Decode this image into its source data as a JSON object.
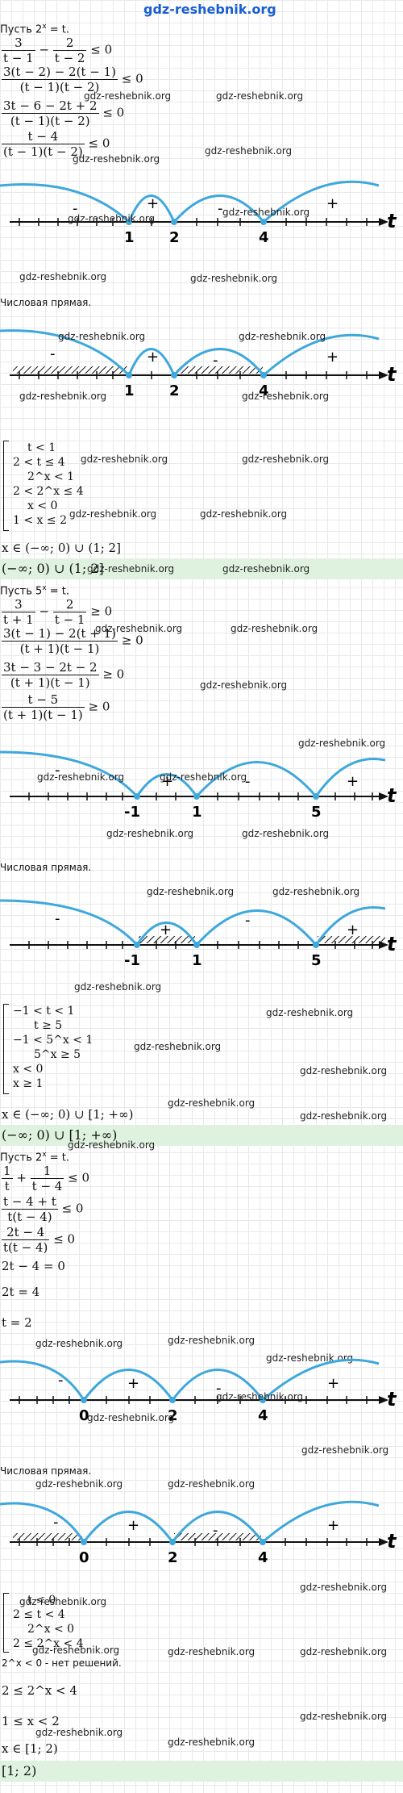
{
  "watermark_top": "gdz-reshebnik.org",
  "watermark": "gdz-reshebnik.org",
  "colors": {
    "arc": "#3ea8dc",
    "answer_bg": "#dff2df",
    "watermark_top": "#1a5fd1"
  },
  "section1": {
    "substitution": "Пусть 2",
    "sub_exp": "x",
    "sub_rest": " = t.",
    "ineq1_n1": "3",
    "ineq1_d1": "t − 1",
    "ineq1_n2": "2",
    "ineq1_d2": "t − 2",
    "ineq1_rhs": "≤ 0",
    "ineq2_n": "3(t − 2) − 2(t − 1)",
    "ineq2_d": "(t − 1)(t − 2)",
    "ineq2_rhs": "≤ 0",
    "ineq3_n": "3t − 6 − 2t + 2",
    "ineq3_d": "(t − 1)(t − 2)",
    "ineq3_rhs": "≤ 0",
    "ineq4_n": "t − 4",
    "ineq4_d": "(t − 1)(t − 2)",
    "ineq4_rhs": "≤ 0",
    "axis_label": "t",
    "points": [
      "1",
      "2",
      "4"
    ],
    "signs": [
      "-",
      "+",
      "-",
      "+"
    ],
    "number_line_caption": "Числовая прямая.",
    "system": [
      "t < 1",
      "2 < t ≤ 4",
      "2^x < 1",
      "2 < 2^x ≤ 4",
      "x < 0",
      "1 < x ≤ 2"
    ],
    "solution": "x ∈ (−∞; 0) ∪ (1; 2]",
    "answer": "(−∞; 0) ∪ (1; 2]"
  },
  "section2": {
    "substitution": "Пусть 5",
    "sub_exp": "x",
    "sub_rest": " = t.",
    "ineq1_n1": "3",
    "ineq1_d1": "t + 1",
    "ineq1_n2": "2",
    "ineq1_d2": "t − 1",
    "ineq1_rhs": "≥ 0",
    "ineq2_n": "3(t − 1) − 2(t + 1)",
    "ineq2_d": "(t + 1)(t − 1)",
    "ineq2_rhs": "≥ 0",
    "ineq3_n": "3t − 3 − 2t − 2",
    "ineq3_d": "(t + 1)(t − 1)",
    "ineq3_rhs": "≥ 0",
    "ineq4_n": "t − 5",
    "ineq4_d": "(t + 1)(t − 1)",
    "ineq4_rhs": "≥ 0",
    "axis_label": "t",
    "points": [
      "-1",
      "1",
      "5"
    ],
    "signs": [
      "-",
      "+",
      "-",
      "+"
    ],
    "number_line_caption": "Числовая прямая.",
    "system": [
      "−1 < t < 1",
      "t ≥ 5",
      "−1 < 5^x < 1",
      "5^x ≥ 5",
      "x < 0",
      "x ≥ 1"
    ],
    "solution": "x ∈ (−∞; 0) ∪ [1; +∞)",
    "answer": "(−∞; 0) ∪ [1; +∞)"
  },
  "section3": {
    "substitution": "Пусть 2",
    "sub_exp": "x",
    "sub_rest": " = t.",
    "ineq1_n1": "1",
    "ineq1_d1": "t",
    "ineq1_n2": "1",
    "ineq1_d2": "t − 4",
    "ineq1_rhs": "≤ 0",
    "ineq2_n": "t − 4 + t",
    "ineq2_d": "t(t − 4)",
    "ineq2_rhs": "≤ 0",
    "ineq3_n": "2t − 4",
    "ineq3_d": "t(t − 4)",
    "ineq3_rhs": "≤ 0",
    "eq1": "2t − 4 = 0",
    "eq2": "2t = 4",
    "eq3": "t = 2",
    "axis_label": "t",
    "points": [
      "0",
      "2",
      "4"
    ],
    "signs": [
      "-",
      "+",
      "-",
      "+"
    ],
    "number_line_caption": "Числовая прямая.",
    "system": [
      "t < 0",
      "2 ≤ t < 4",
      "2^x < 0",
      "2 ≤ 2^x < 4"
    ],
    "no_solution": "2^x < 0 - нет решений.",
    "step1": "2 ≤ 2^x < 4",
    "step2": "1 ≤ x < 2",
    "solution": "x ∈ [1; 2)",
    "answer": "[1; 2)"
  }
}
